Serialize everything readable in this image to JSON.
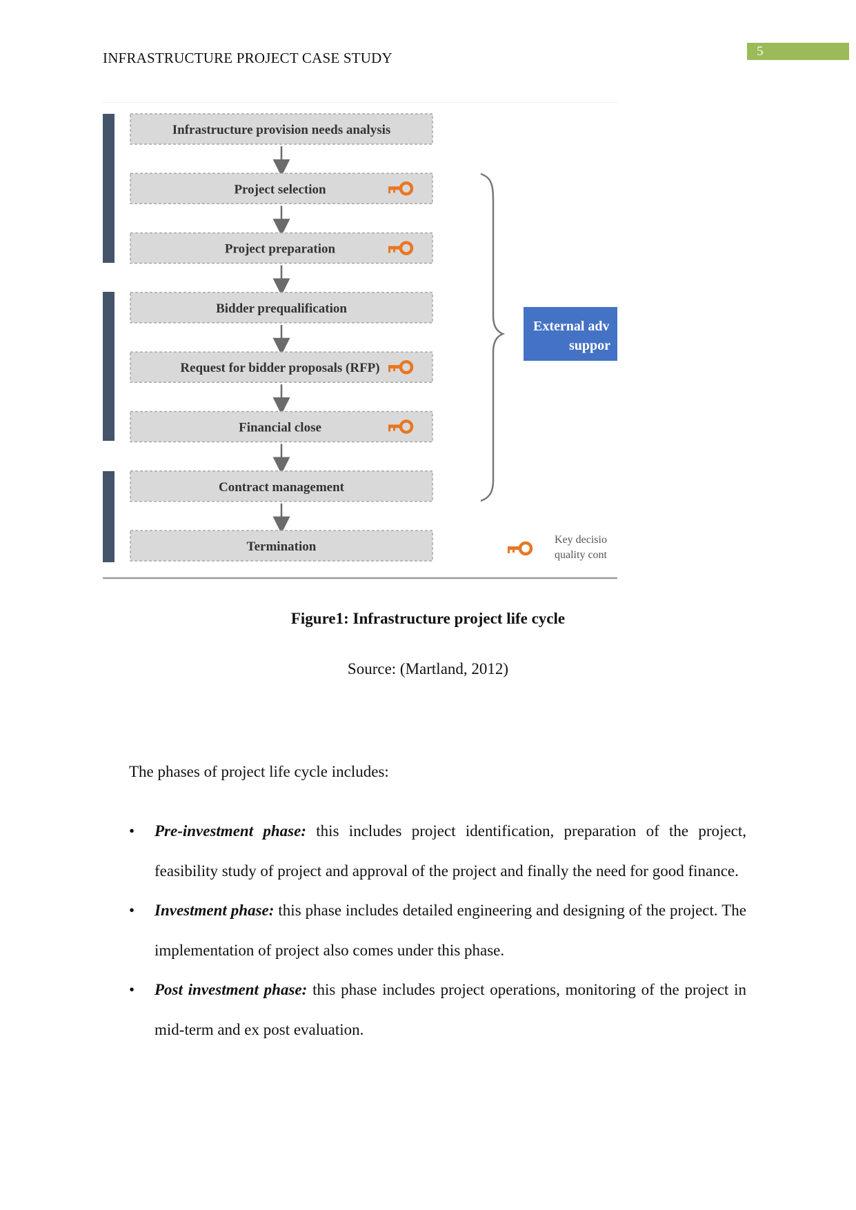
{
  "header": {
    "running_title": "INFRASTRUCTURE PROJECT CASE STUDY",
    "page_number": "5"
  },
  "figure": {
    "steps": [
      {
        "label": "Infrastructure provision needs analysis",
        "key": false
      },
      {
        "label": "Project selection",
        "key": true
      },
      {
        "label": "Project preparation",
        "key": true
      },
      {
        "label": "Bidder prequalification",
        "key": false
      },
      {
        "label": "Request for bidder proposals (RFP)",
        "key": true
      },
      {
        "label": "Financial close",
        "key": true
      },
      {
        "label": "Contract management",
        "key": false
      },
      {
        "label": "Termination",
        "key": false
      }
    ],
    "advisor_box": {
      "line1": "External adv",
      "line2": "suppor"
    },
    "legend": {
      "line1": "Key decisio",
      "line2": "quality cont"
    },
    "colors": {
      "step_fill": "#d9d9d9",
      "phase_bar": "#44546a",
      "advisor_fill": "#4472c4",
      "key_icon": "#e87722"
    },
    "caption": "Figure1: Infrastructure project life cycle",
    "source": "Source: (Martland, 2012)"
  },
  "body": {
    "intro": "The phases of project life cycle includes:",
    "bullets": [
      {
        "term": "Pre-investment phase:",
        "text": " this includes project identification, preparation of the project, feasibility study of project and approval of the project and finally the need for good finance."
      },
      {
        "term": "Investment phase:",
        "text": " this phase includes detailed engineering and designing of the project. The implementation of project also comes under this phase."
      },
      {
        "term": "Post investment phase:",
        "text": " this phase includes project operations, monitoring of the project in mid-term and ex post evaluation."
      }
    ]
  }
}
